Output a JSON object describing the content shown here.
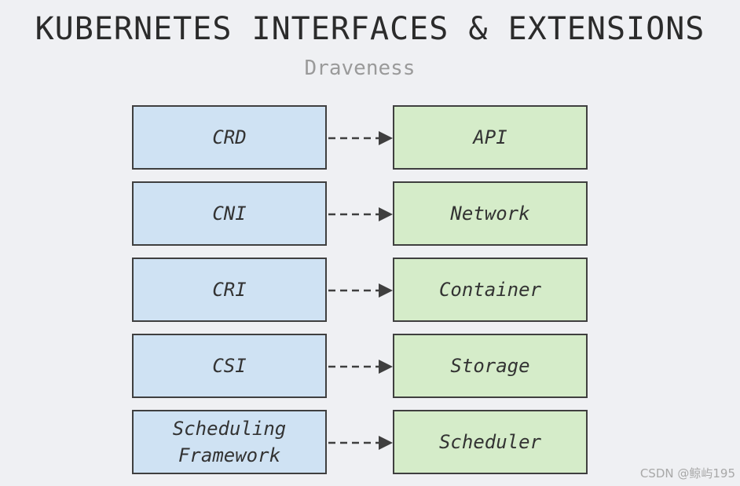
{
  "title": "KUBERNETES INTERFACES & EXTENSIONS",
  "subtitle": "Draveness",
  "rows": [
    {
      "interface": "CRD",
      "target": "API"
    },
    {
      "interface": "CNI",
      "target": "Network"
    },
    {
      "interface": "CRI",
      "target": "Container"
    },
    {
      "interface": "CSI",
      "target": "Storage"
    },
    {
      "interface": "Scheduling\nFramework",
      "target": "Scheduler"
    }
  ],
  "watermark": "CSDN @鲸屿195",
  "colors": {
    "interface_box": "#cfe2f3",
    "target_box": "#d5ecc9",
    "border": "#3f3f3f",
    "arrow": "#3f3f3f"
  }
}
